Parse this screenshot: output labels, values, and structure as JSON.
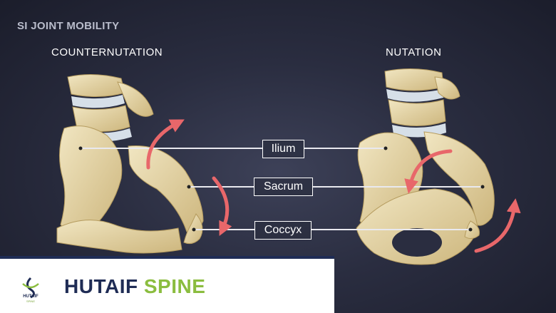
{
  "title": "SI JOINT MOBILITY",
  "views": {
    "left": "COUNTERNUTATION",
    "right": "NUTATION"
  },
  "labels": {
    "ilium": "Ilium",
    "sacrum": "Sacrum",
    "coccyx": "Coccyx"
  },
  "brand": {
    "name_main": "HUTAIF",
    "name_accent": "SPINE",
    "logo_text": "HUTAIF",
    "logo_sub": "SPINE"
  },
  "colors": {
    "bone": "#e8d9a8",
    "bone_shadow": "#c9b27a",
    "disc": "#d6dfe8",
    "arrow": "#e8676a",
    "brand_navy": "#1f2c55",
    "brand_green": "#8bbd3f"
  }
}
